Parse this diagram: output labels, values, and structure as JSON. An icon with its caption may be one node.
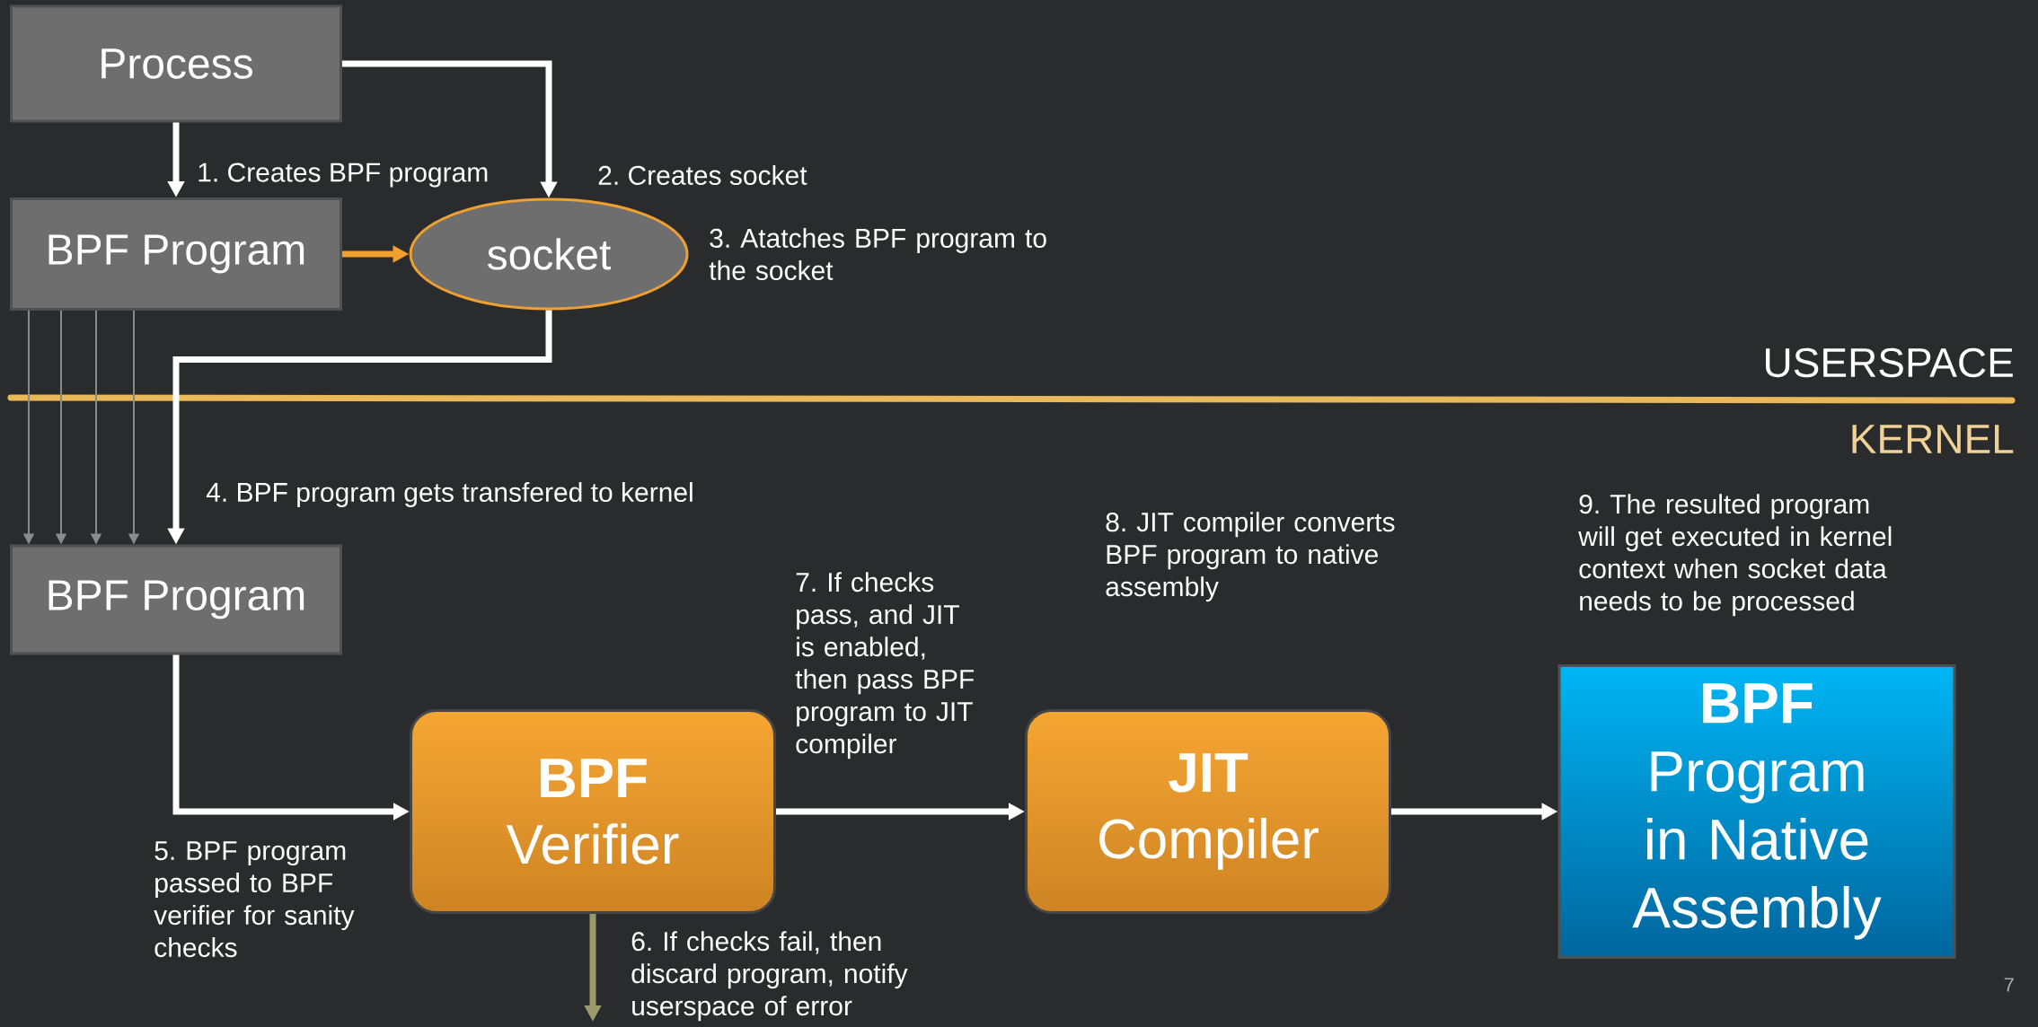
{
  "diagram": {
    "nodes": [
      {
        "text": [
          "Process"
        ]
      },
      {
        "text": [
          "BPF Program"
        ]
      },
      {
        "text": [
          "socket"
        ],
        "beside": [
          "3. Atatches BPF program to the socket"
        ]
      },
      {
        "text": [
          "BPF Program"
        ]
      },
      {
        "text": [
          "BPF",
          "Verifier"
        ]
      },
      {
        "text": [
          "JIT",
          "Compiler"
        ]
      },
      {
        "text": [
          "BPF",
          "Program in Native Assembly"
        ],
        "beside": [
          "9. The resulted program will get executed in kernel context when socket data needs to be processed"
        ]
      }
    ],
    "edges": [
      {
        "from": 0,
        "to": 1,
        "arrow": "to",
        "color": "#ffffff",
        "label": "1. Creates BPF program"
      },
      {
        "from": 0,
        "to": 2,
        "arrow": "to",
        "color": "#ffffff",
        "label": "2. Creates socket"
      },
      {
        "from": 1,
        "to": 2,
        "arrow": "to",
        "color": "#f0a030"
      },
      {
        "from": 2,
        "to": 3,
        "arrow": "to",
        "color": "#ffffff",
        "label": "4. BPF program gets transfered to kernel"
      },
      {
        "from": 1,
        "to": 3,
        "arrow": "to",
        "color": "#8a8a8a"
      },
      {
        "from": 1,
        "to": 3,
        "arrow": "to",
        "color": "#8a8a8a"
      },
      {
        "from": 1,
        "to": 3,
        "arrow": "to",
        "color": "#8a8a8a"
      },
      {
        "from": 1,
        "to": 3,
        "arrow": "to",
        "color": "#8a8a8a"
      },
      {
        "from": 3,
        "to": 4,
        "arrow": "to",
        "color": "#ffffff",
        "label": "5. BPF program passed to BPF verifier for sanity checks"
      },
      {
        "from": 4,
        "to": null,
        "arrow": "to",
        "color": "#9a9a6c",
        "label": "6. If checks fail, then discard program, notify userspace of error"
      },
      {
        "from": 4,
        "to": 5,
        "arrow": "to",
        "color": "#ffffff",
        "label": "7. If checks pass, and JIT is enabled, then pass BPF program to JIT compiler"
      },
      {
        "from": 5,
        "to": 6,
        "arrow": "to",
        "color": "#ffffff"
      }
    ],
    "labels": [
      "USERSPACE",
      "KERNEL",
      "8. JIT compiler converts BPF program to native assembly",
      "7"
    ]
  }
}
